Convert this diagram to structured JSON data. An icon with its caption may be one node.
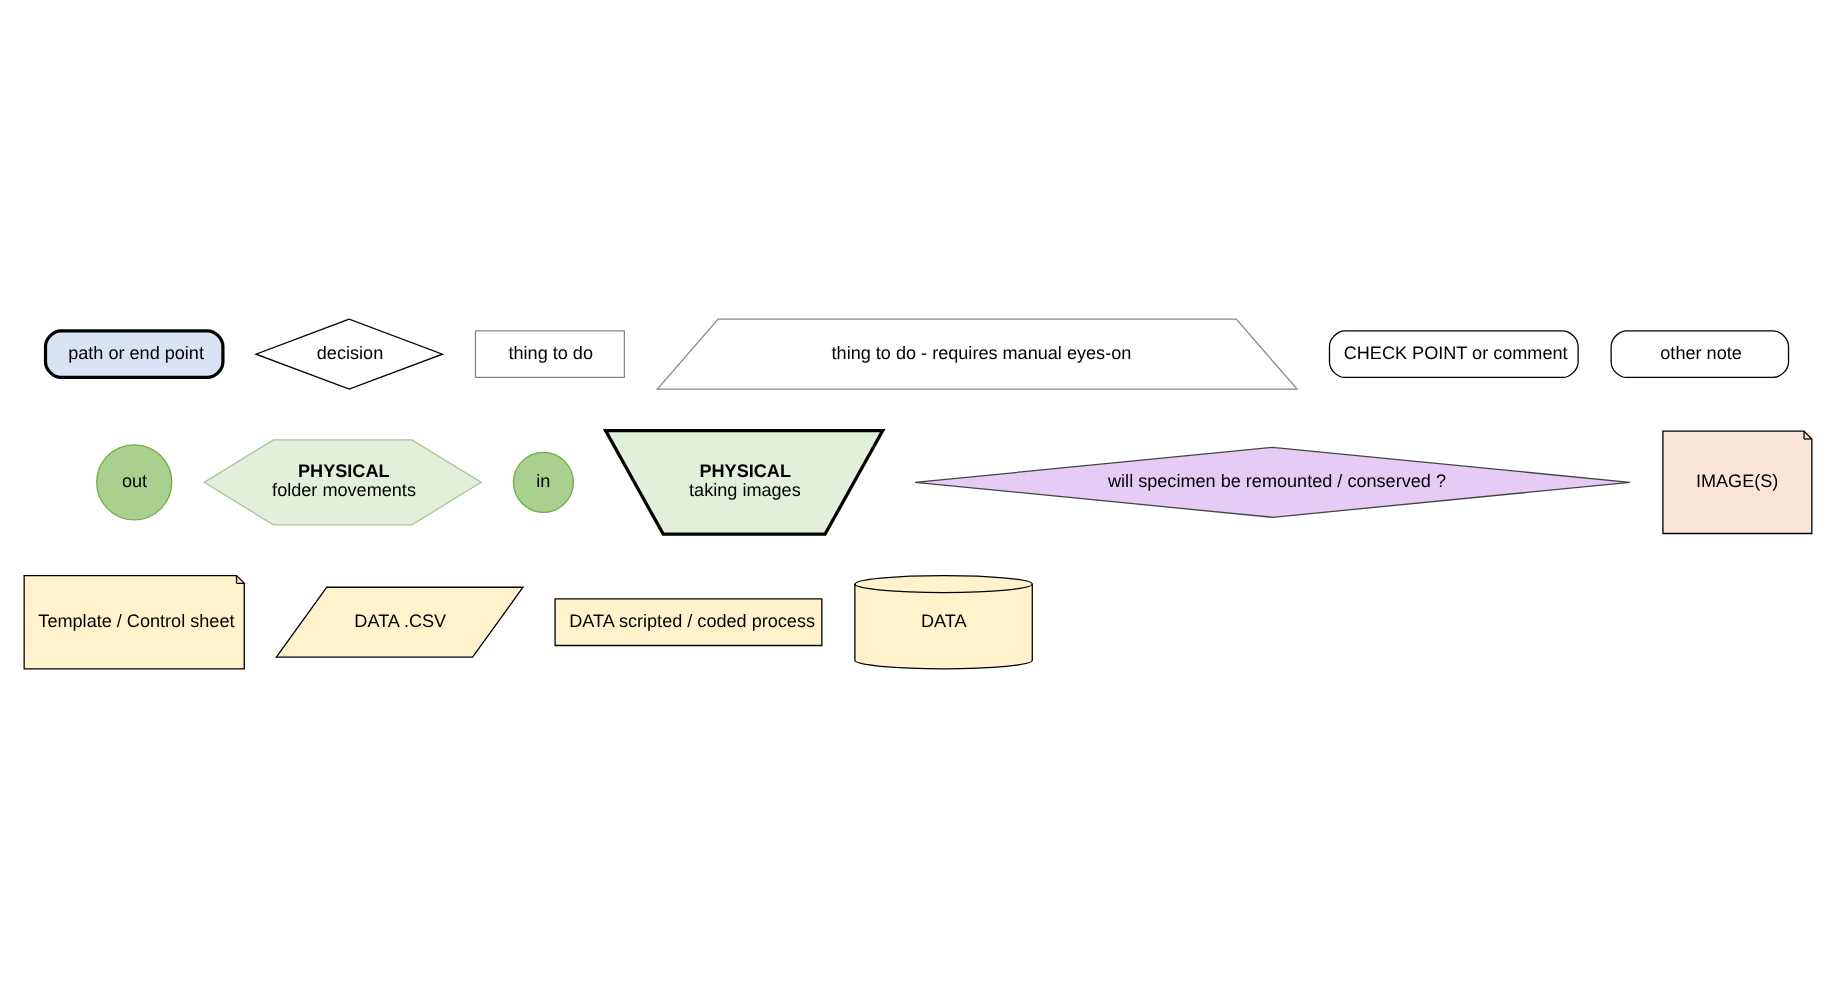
{
  "diagram": {
    "nodes": [
      {
        "text": [
          "path or end point"
        ]
      },
      {
        "text": [
          "decision"
        ]
      },
      {
        "text": [
          "thing to do"
        ]
      },
      {
        "text": [
          "thing to do - requires manual eyes-on"
        ]
      },
      {
        "text": [
          "CHECK POINT or comment"
        ]
      },
      {
        "text": [
          "other note"
        ]
      },
      {
        "text": [
          "PHYSICAL",
          "folder movements"
        ]
      },
      {
        "text": [
          "out"
        ]
      },
      {
        "text": [
          "in"
        ]
      },
      {
        "text": [
          "PHYSICAL",
          "taking images"
        ]
      },
      {
        "text": [
          "will specimen be remounted / conserved ?"
        ]
      },
      {
        "text": [
          "IMAGE(S)"
        ]
      },
      {
        "text": [
          "Template / Control sheet"
        ]
      },
      {
        "text": [
          "DATA .CSV"
        ]
      },
      {
        "text": [
          "DATA scripted / coded process"
        ]
      },
      {
        "text": [
          "DATA"
        ]
      }
    ]
  }
}
